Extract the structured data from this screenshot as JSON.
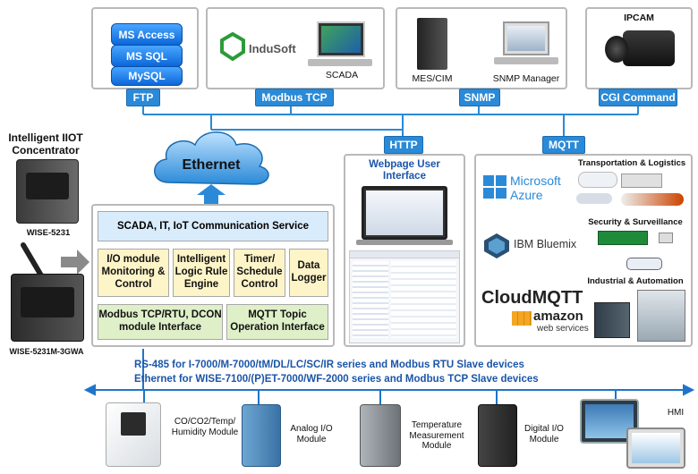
{
  "top": {
    "db_labels": [
      "MS Access",
      "MS SQL",
      "MySQL"
    ],
    "ftp": "FTP",
    "indusoft": "InduSoft",
    "scada": "SCADA",
    "modbus_tcp": "Modbus TCP",
    "mes_cim": "MES/CIM",
    "snmp_manager": "SNMP Manager",
    "snmp": "SNMP",
    "ipcam": "IPCAM",
    "cgi": "CGI Command"
  },
  "left": {
    "title": "Intelligent IIOT Concentrator",
    "dev1": "WISE-5231",
    "dev2": "WISE-5231M-3GWA"
  },
  "ethernet": "Ethernet",
  "core": {
    "service": "SCADA, IT, IoT Communication Service",
    "io": "I/O module Monitoring & Control",
    "logic": "Intelligent Logic Rule Engine",
    "timer": "Timer/ Schedule Control",
    "logger": "Data Logger",
    "modbus": "Modbus TCP/RTU, DCON module Interface",
    "mqtt_topic": "MQTT Topic Operation Interface"
  },
  "http": {
    "tag": "HTTP",
    "title": "Webpage User Interface"
  },
  "mqtt": {
    "tag": "MQTT",
    "transport": "Transportation & Logistics",
    "security": "Security & Surveillance",
    "industrial": "Industrial & Automation",
    "azure1": "Microsoft",
    "azure2": "Azure",
    "ibm": "IBM Bluemix",
    "cloudmqtt": "CloudMQTT",
    "amazon": "amazon",
    "aws": "web services"
  },
  "bus": {
    "line1": "RS-485 for I-7000/M-7000/tM/DL/LC/SC/IR series and Modbus RTU Slave devices",
    "line2": "Ethernet for WISE-7100/(P)ET-7000/WF-2000 series and Modbus TCP Slave devices"
  },
  "bottom": {
    "co2": "CO/CO2/Temp/ Humidity Module",
    "analog": "Analog I/O Module",
    "temp": "Temperature Measurement Module",
    "digital": "Digital I/O Module",
    "hmi": "HMI"
  }
}
